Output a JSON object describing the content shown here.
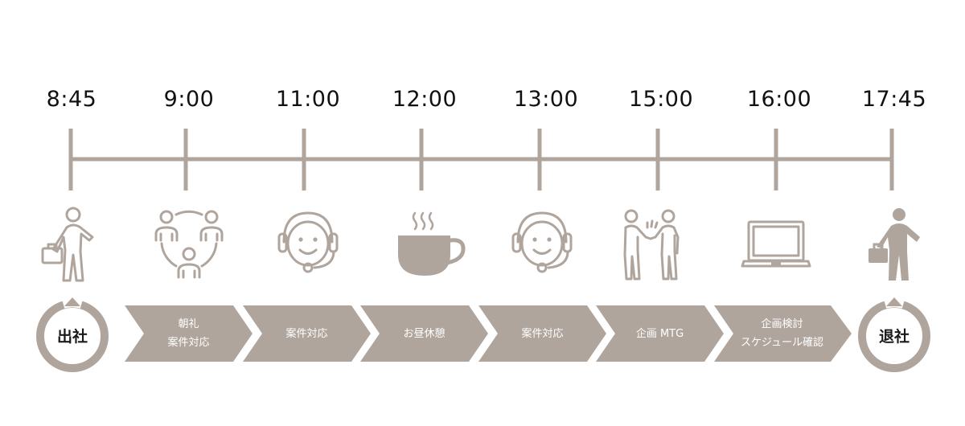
{
  "times": [
    "8:45",
    "9:00",
    "11:00",
    "12:00",
    "13:00",
    "15:00",
    "16:00",
    "17:45"
  ],
  "start_label": "出社",
  "end_label": "退社",
  "steps": [
    {
      "line1": "朝礼",
      "line2": "案件対応"
    },
    {
      "line1": "案件対応",
      "line2": ""
    },
    {
      "line1": "お昼休憩",
      "line2": ""
    },
    {
      "line1": "案件対応",
      "line2": ""
    },
    {
      "line1": "企画 MTG",
      "line2": ""
    },
    {
      "line1": "企画検討",
      "line2": "スケジュール確認"
    }
  ],
  "icons": [
    "arrive-commuter-icon",
    "morning-meeting-icon",
    "support-headset-icon",
    "coffee-cup-icon",
    "support-headset-icon",
    "handshake-icon",
    "laptop-icon",
    "leave-commuter-icon"
  ],
  "colors": {
    "accent": "#b0a59d",
    "text": "#111111"
  }
}
